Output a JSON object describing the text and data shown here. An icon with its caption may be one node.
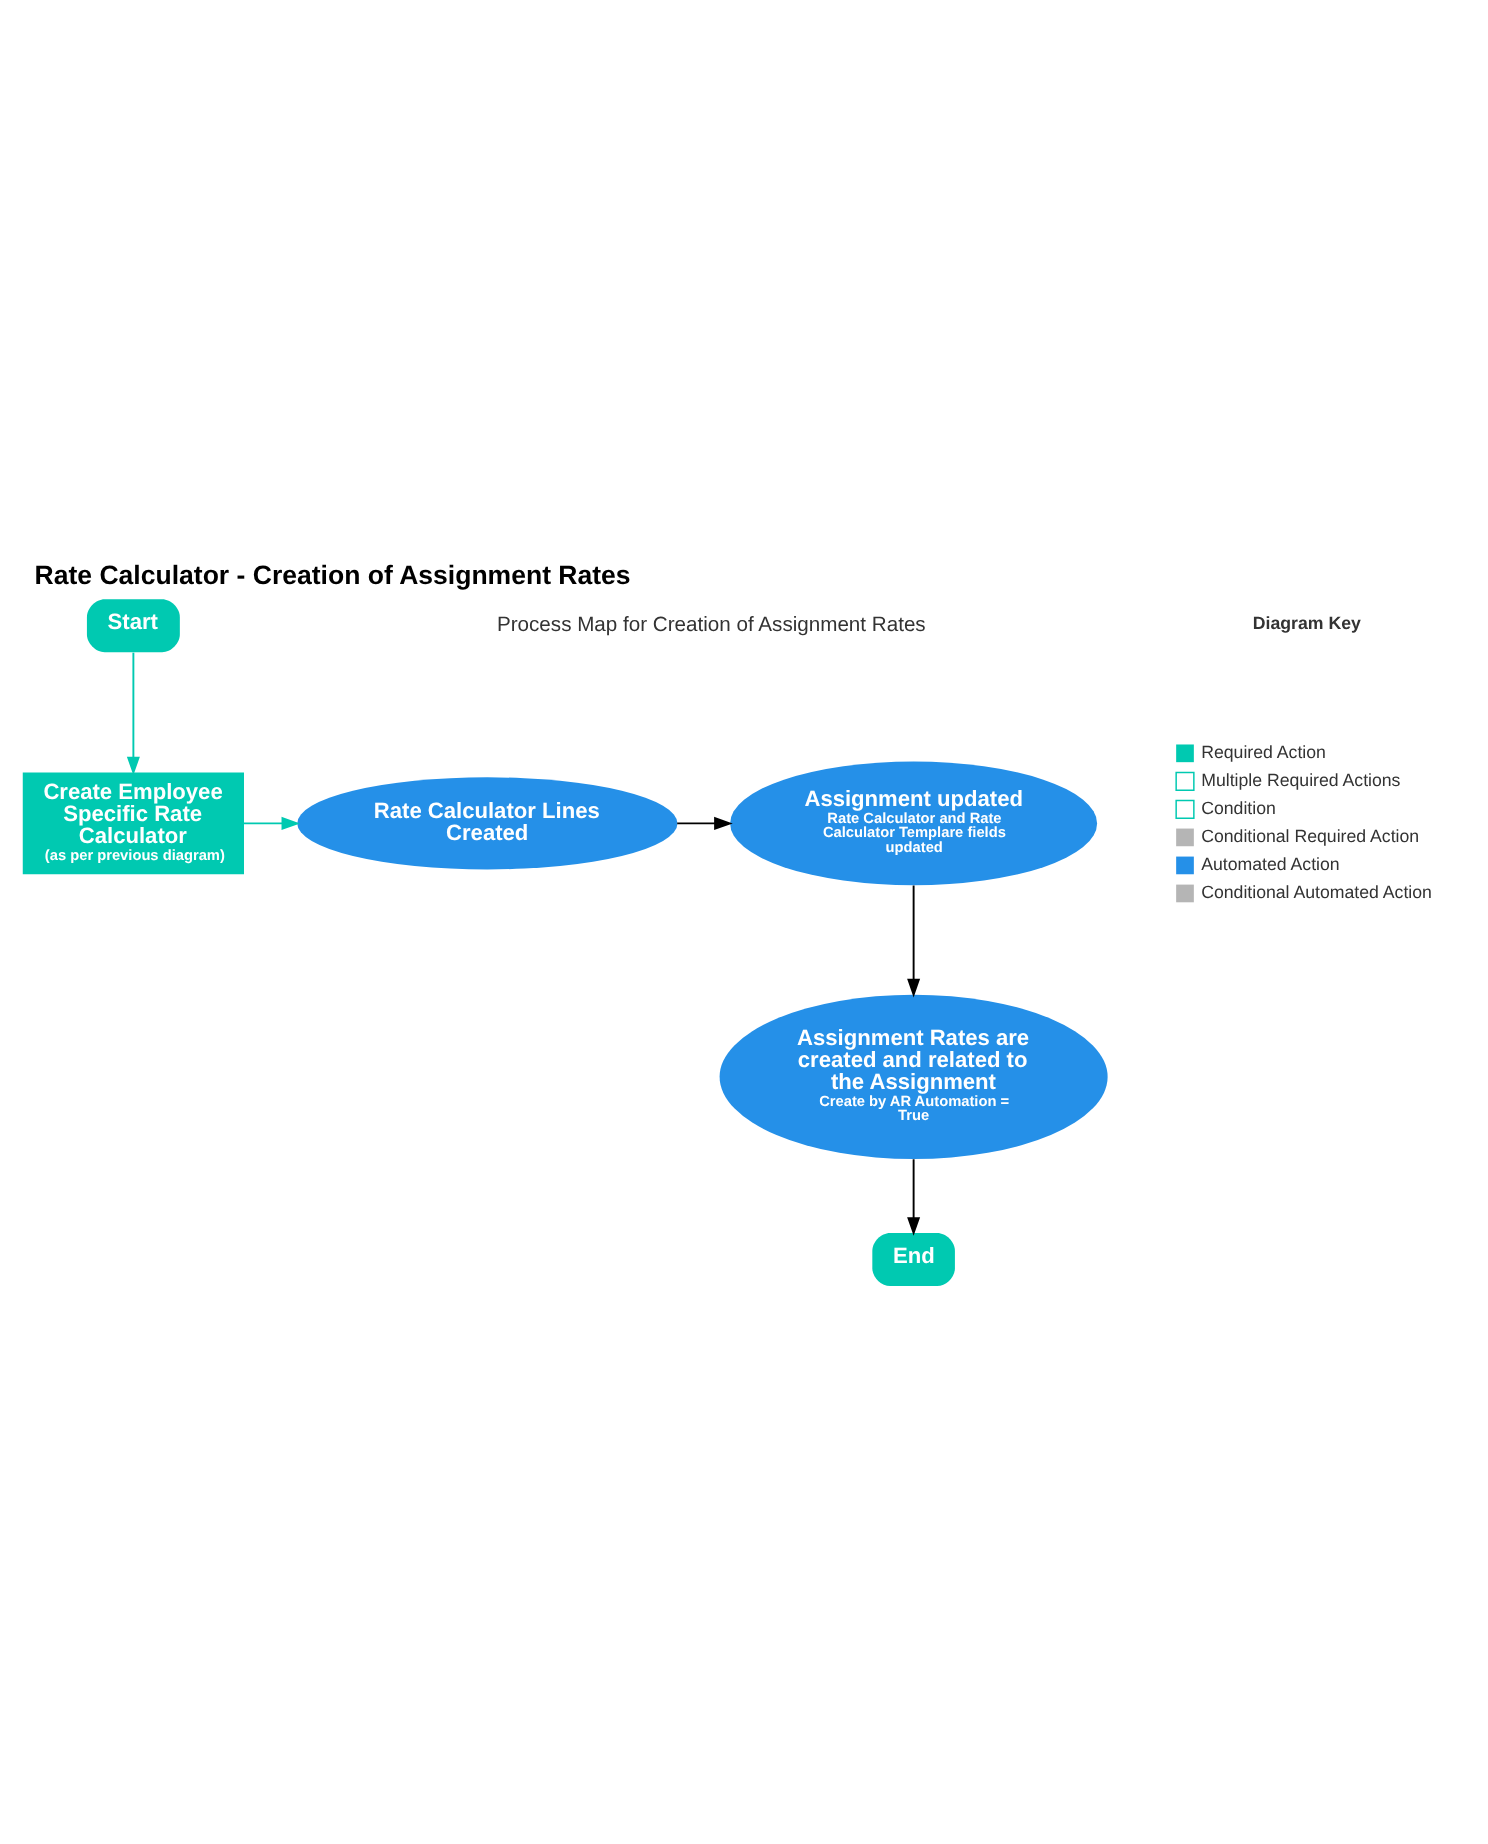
{
  "diagram": {
    "title": "Rate Calculator - Creation of Assignment Rates",
    "nodes": [
      {
        "text": [
          "Start"
        ]
      },
      {
        "text": [
          "Create Employee Specific Rate Calculator",
          "(as per previous diagram)"
        ]
      },
      {
        "text": [
          "Rate Calculator Lines Created"
        ]
      },
      {
        "text": [
          "Assignment updated",
          "Rate Calculator and Rate Calculator Templare fields updated"
        ]
      },
      {
        "text": [
          "Assignment Rates are created and related to the Assignment",
          "Create by AR Automation = True"
        ]
      },
      {
        "text": [
          "End"
        ]
      }
    ],
    "edges": [
      {
        "from": 0,
        "to": 1,
        "arrow": "to",
        "color": "#00c9b1"
      },
      {
        "from": 1,
        "to": 2,
        "arrow": "to",
        "color": "#00c9b1"
      },
      {
        "from": 2,
        "to": 3,
        "arrow": "to"
      },
      {
        "from": 3,
        "to": 4,
        "arrow": "to"
      },
      {
        "from": 4,
        "to": 5,
        "arrow": "to"
      }
    ],
    "labels": [
      "Process Map for Creation of Assignment Rates",
      "Diagram Key"
    ],
    "legend": [
      {
        "text": "Required Action",
        "color": "#00c9b1"
      },
      {
        "text": "Multiple Required Actions"
      },
      {
        "text": "Condition"
      },
      {
        "text": "Conditional Required Action",
        "color": "#b5b5b5"
      },
      {
        "text": "Automated Action",
        "color": "#2590e8"
      },
      {
        "text": "Conditional Automated Action",
        "color": "#b5b5b5"
      }
    ]
  }
}
